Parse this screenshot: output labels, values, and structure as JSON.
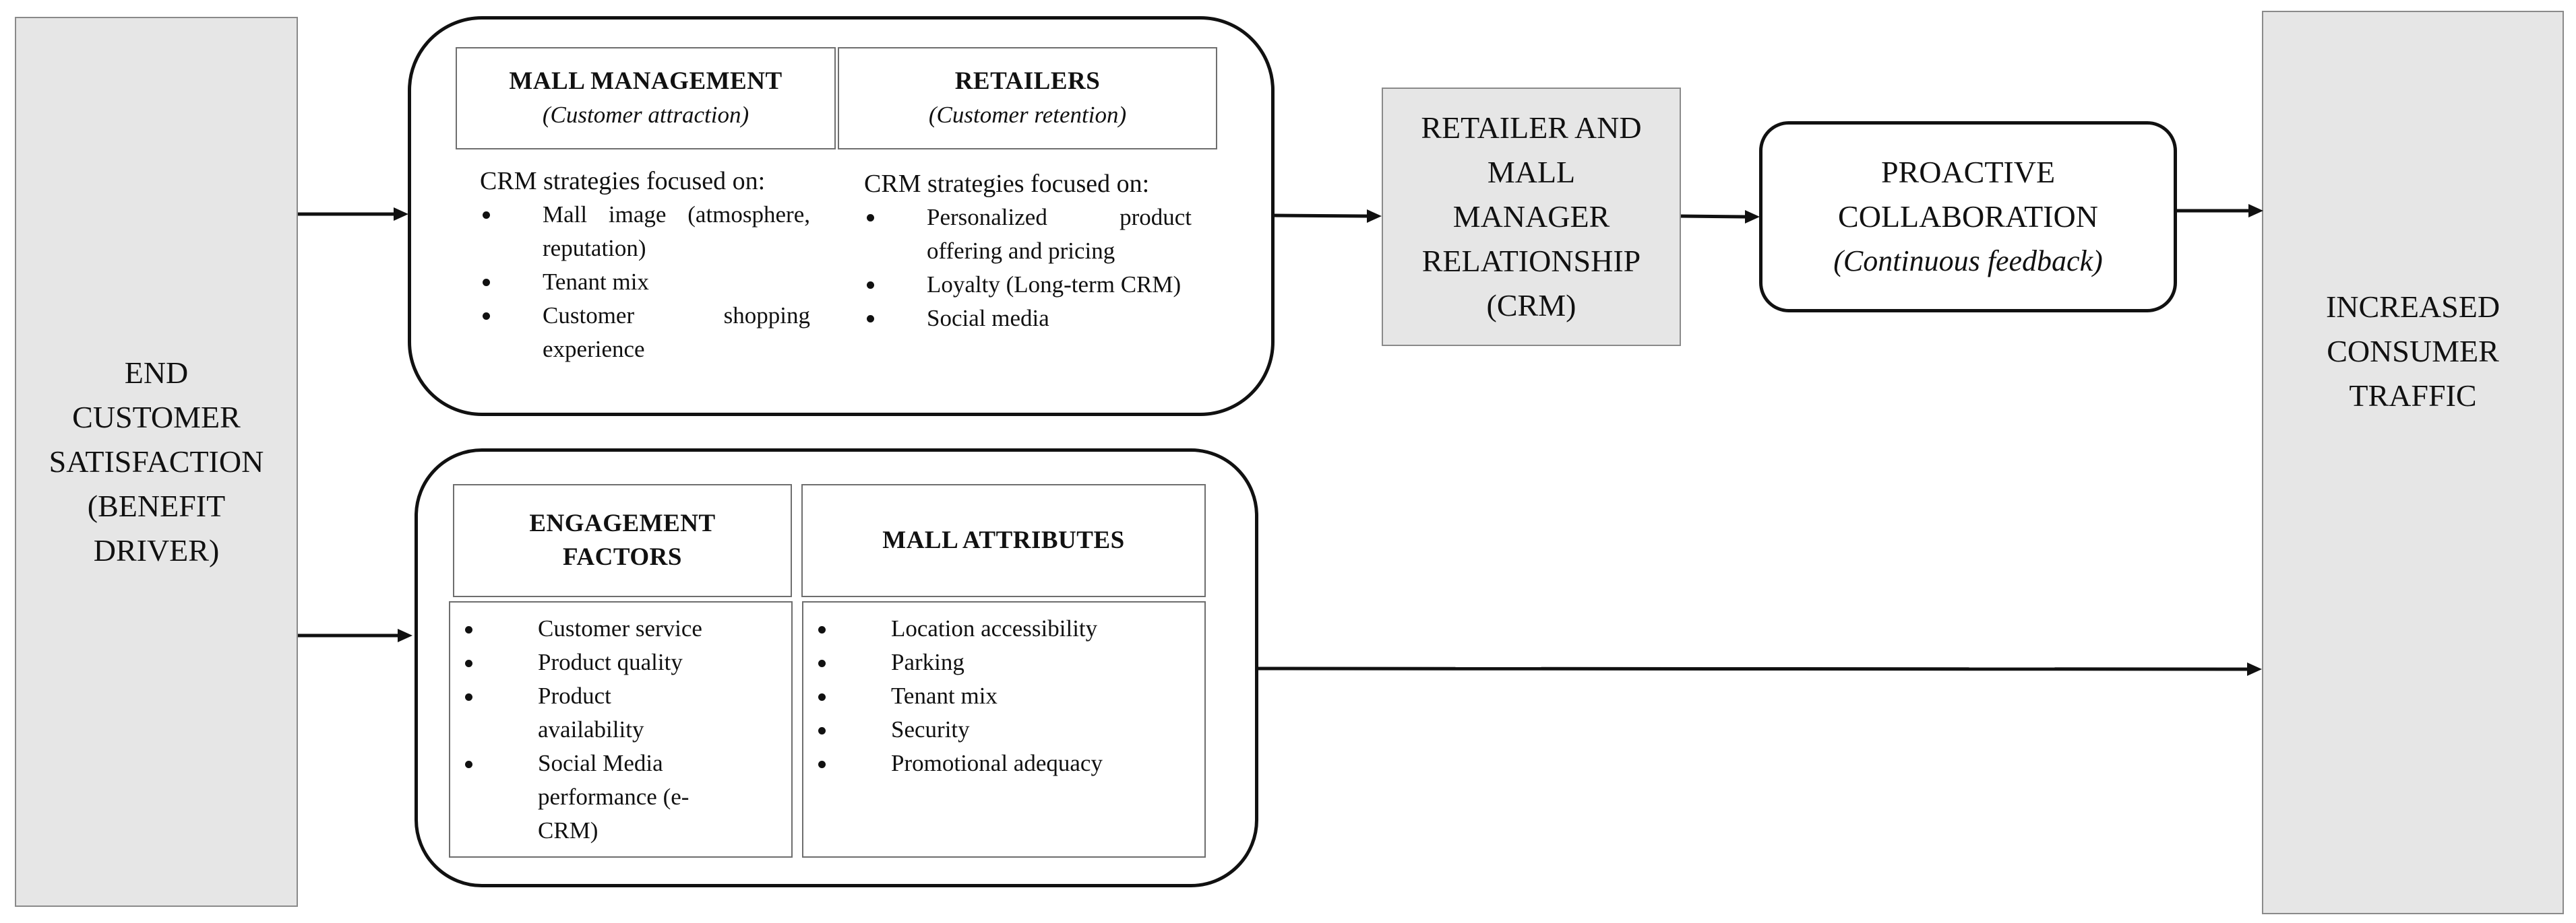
{
  "left_block": {
    "lines": [
      "END",
      "CUSTOMER",
      "SATISFACTION",
      "(BENEFIT",
      "DRIVER)"
    ]
  },
  "right_block": {
    "lines": [
      "INCREASED",
      "CONSUMER",
      "TRAFFIC"
    ]
  },
  "top_group": {
    "mall_management": {
      "title": "MALL MANAGEMENT",
      "subtitle": "(Customer attraction)",
      "strategies_title": "CRM strategies focused on:",
      "items": [
        "Mall image (atmosphere, reputation)",
        "Tenant mix",
        "Customer shopping experience"
      ]
    },
    "retailers": {
      "title": "RETAILERS",
      "subtitle": "(Customer retention)",
      "strategies_title": "CRM strategies focused on:",
      "items": [
        "Personalized product offering and pricing",
        "Loyalty (Long-term CRM)",
        "Social media"
      ]
    }
  },
  "crm_block": {
    "lines": [
      "RETAILER AND",
      "MALL",
      "MANAGER",
      "RELATIONSHIP",
      "(CRM)"
    ]
  },
  "proactive_block": {
    "line1": "PROACTIVE",
    "line2": "COLLABORATION",
    "subtitle": "(Continuous feedback)"
  },
  "bottom_group": {
    "engagement": {
      "title_line1": "ENGAGEMENT",
      "title_line2": "FACTORS",
      "items": [
        "Customer service",
        "Product quality",
        "Product availability",
        "Social Media performance (e-CRM)"
      ]
    },
    "mall_attributes": {
      "title": "MALL ATTRIBUTES",
      "items": [
        "Location accessibility",
        "Parking",
        "Tenant mix",
        "Security",
        "Promotional adequacy"
      ]
    }
  },
  "colors": {
    "gray_fill": "#e6e6e6",
    "stroke": "#111111"
  }
}
